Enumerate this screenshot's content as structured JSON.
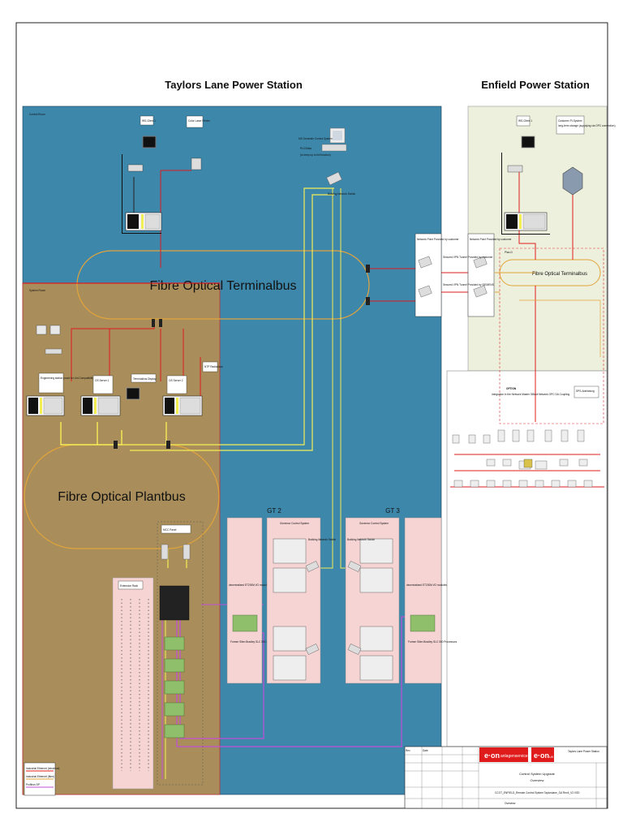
{
  "titles": {
    "taylors": "Taylors Lane Power Station",
    "enfield": "Enfield Power Station"
  },
  "areas": {
    "control_room": "Control Room",
    "system_room": "System Room"
  },
  "buses": {
    "terminalbus": "Fibre Optical Terminalbus",
    "plantbus": "Fibre Optical Plantbus",
    "enfield_terminalbus": "Fibre Optical Terminalbus"
  },
  "gt": {
    "gt2": "GT 2",
    "gt3": "GT 3",
    "gov_control": "Governor Control System",
    "io_modules": "decentralised ET200M I/O modules",
    "former_siemens": "Former Siten Bradley SLC 500 Processors",
    "building_network": "Building Network Switch"
  },
  "network": {
    "point_left": "Network Point Provided by customer",
    "point_right": "Network Point Provided by customer",
    "vpn1": "Secured VPN Tunnel Provided by customer",
    "vpn2": "Secured VPN Tunnel Provided by SIEMENS",
    "switch_label": "Building Network Switch",
    "plc_label": "MS Generate Control System",
    "plc_sub": "PLC/Data",
    "plc_note": "(to keep up to full function)"
  },
  "enfield": {
    "plc_system": "Customer PI-System",
    "plc_desc": "long-term storage (supplying via OPC connection)",
    "ws": "WS-Client 1",
    "option": "OPTION",
    "option_desc": "Integration in the Network Master SiBoot Network OPC DA Coupling",
    "hmi": "SPS-Anbindung",
    "plan_label": "Plan-D"
  },
  "devices": {
    "ws_client": "WS-Client 1",
    "printer": "Color Laser Printer",
    "eng": "Engineering station (used for Uni-Compatibility/OPC-Server)",
    "os1": "OS Server 1",
    "os2": "OS Server 2",
    "term": "Terminalbus Display",
    "ntp": "NTP Radioclock",
    "mcc": "MCC Panel",
    "ext": "Extension Rack"
  },
  "legend": {
    "l1": "Industrial Ethernet (electrical)",
    "l2": "Industrial Ethernet (fibre)",
    "l3": "Profibus DP"
  },
  "titleblock": {
    "logo1": "e·on",
    "logo1_sub": "anlagenservice",
    "logo2": "e·on",
    "logo2_sub": "UK",
    "project": "Control System Upgrade",
    "subtitle": "Overview",
    "drawing": "CCGT_ENFIELD_Remote Control System Taylorslane_GA Rev4_V2.VSD",
    "sheet": "Overview",
    "site": "Taylors Lane Power Station",
    "rev": "Rev",
    "date": "Date"
  },
  "colors": {
    "blue": "#3d87ab",
    "tan": "#a98e5b",
    "green_panel": "#ecf0dc",
    "pink": "#f6d4d4",
    "red": "#e01b1b",
    "yellow": "#f4ee55",
    "orange": "#e3a43a",
    "magenta": "#c14ed8"
  }
}
